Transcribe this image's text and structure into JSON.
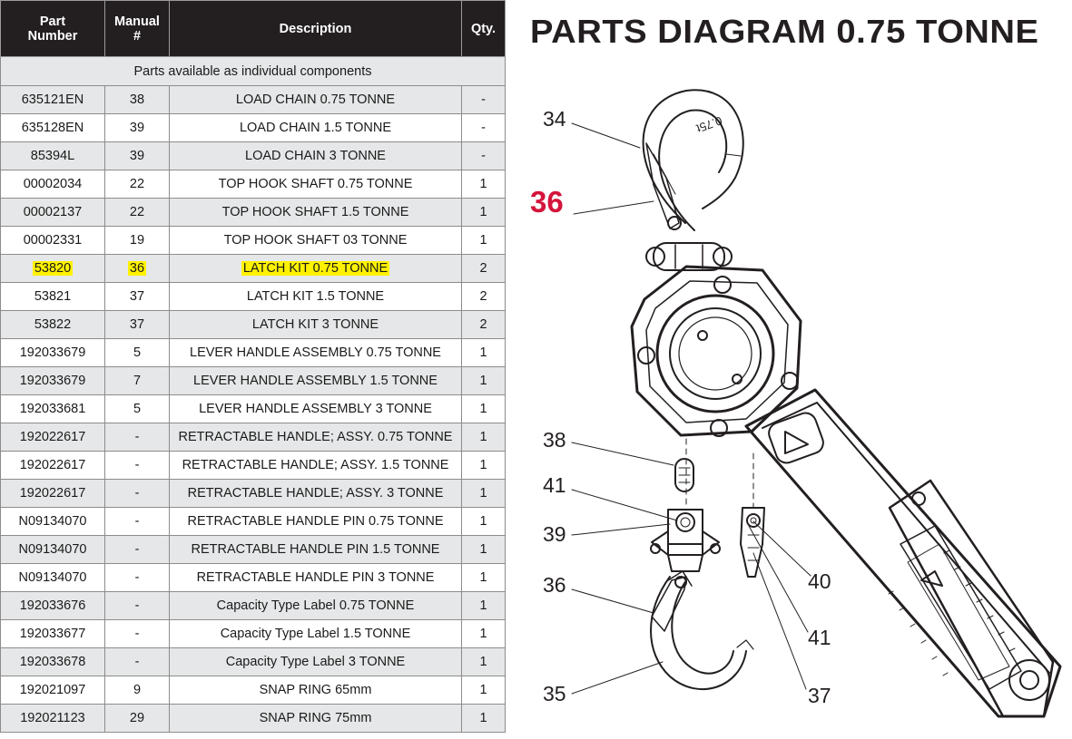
{
  "table": {
    "headers": {
      "part_number": "Part\nNumber",
      "manual_no": "Manual\n#",
      "description": "Description",
      "qty": "Qty."
    },
    "section_label": "Parts available as individual components",
    "rows": [
      {
        "part": "635121EN",
        "manual": "38",
        "description": "LOAD CHAIN 0.75 TONNE",
        "qty": "-"
      },
      {
        "part": "635128EN",
        "manual": "39",
        "description": "LOAD CHAIN 1.5 TONNE",
        "qty": "-"
      },
      {
        "part": "85394L",
        "manual": "39",
        "description": "LOAD CHAIN 3 TONNE",
        "qty": "-"
      },
      {
        "part": "00002034",
        "manual": "22",
        "description": "TOP HOOK SHAFT 0.75 TONNE",
        "qty": "1"
      },
      {
        "part": "00002137",
        "manual": "22",
        "description": "TOP HOOK SHAFT 1.5 TONNE",
        "qty": "1"
      },
      {
        "part": "00002331",
        "manual": "19",
        "description": "TOP HOOK SHAFT 03 TONNE",
        "qty": "1"
      },
      {
        "part": "53820",
        "manual": "36",
        "description": "LATCH KIT 0.75 TONNE",
        "qty": "2",
        "highlighted": true
      },
      {
        "part": "53821",
        "manual": "37",
        "description": "LATCH KIT 1.5 TONNE",
        "qty": "2"
      },
      {
        "part": "53822",
        "manual": "37",
        "description": "LATCH KIT 3 TONNE",
        "qty": "2"
      },
      {
        "part": "192033679",
        "manual": "5",
        "description": "LEVER HANDLE ASSEMBLY 0.75 TONNE",
        "qty": "1"
      },
      {
        "part": "192033679",
        "manual": "7",
        "description": "LEVER HANDLE ASSEMBLY 1.5 TONNE",
        "qty": "1"
      },
      {
        "part": "192033681",
        "manual": "5",
        "description": "LEVER HANDLE ASSEMBLY 3 TONNE",
        "qty": "1"
      },
      {
        "part": "192022617",
        "manual": "-",
        "description": "RETRACTABLE HANDLE; ASSY. 0.75 TONNE",
        "qty": "1"
      },
      {
        "part": "192022617",
        "manual": "-",
        "description": "RETRACTABLE HANDLE; ASSY. 1.5 TONNE",
        "qty": "1"
      },
      {
        "part": "192022617",
        "manual": "-",
        "description": "RETRACTABLE HANDLE; ASSY. 3 TONNE",
        "qty": "1"
      },
      {
        "part": "N09134070",
        "manual": "-",
        "description": "RETRACTABLE HANDLE PIN 0.75 TONNE",
        "qty": "1"
      },
      {
        "part": "N09134070",
        "manual": "-",
        "description": "RETRACTABLE HANDLE PIN 1.5 TONNE",
        "qty": "1"
      },
      {
        "part": "N09134070",
        "manual": "-",
        "description": "RETRACTABLE HANDLE PIN 3 TONNE",
        "qty": "1"
      },
      {
        "part": "192033676",
        "manual": "-",
        "description": "Capacity Type Label 0.75 TONNE",
        "qty": "1"
      },
      {
        "part": "192033677",
        "manual": "-",
        "description": "Capacity Type Label 1.5 TONNE",
        "qty": "1"
      },
      {
        "part": "192033678",
        "manual": "-",
        "description": "Capacity Type Label 3 TONNE",
        "qty": "1"
      },
      {
        "part": "192021097",
        "manual": "9",
        "description": "SNAP RING 65mm",
        "qty": "1"
      },
      {
        "part": "192021123",
        "manual": "29",
        "description": "SNAP RING 75mm",
        "qty": "1"
      }
    ]
  },
  "diagram": {
    "title": "PARTS DIAGRAM 0.75 TONNE",
    "hook_marking": "0.75t",
    "callouts": [
      {
        "id": "c34",
        "label": "34"
      },
      {
        "id": "c36-highlight",
        "label": "36"
      },
      {
        "id": "c38",
        "label": "38"
      },
      {
        "id": "c41-upper",
        "label": "41"
      },
      {
        "id": "c39",
        "label": "39"
      },
      {
        "id": "c36-lower",
        "label": "36"
      },
      {
        "id": "c40",
        "label": "40"
      },
      {
        "id": "c41-lower",
        "label": "41"
      },
      {
        "id": "c35",
        "label": "35"
      },
      {
        "id": "c37",
        "label": "37"
      }
    ],
    "colors": {
      "highlight_callout": "#d4143c",
      "row_highlight": "#fff200"
    }
  }
}
